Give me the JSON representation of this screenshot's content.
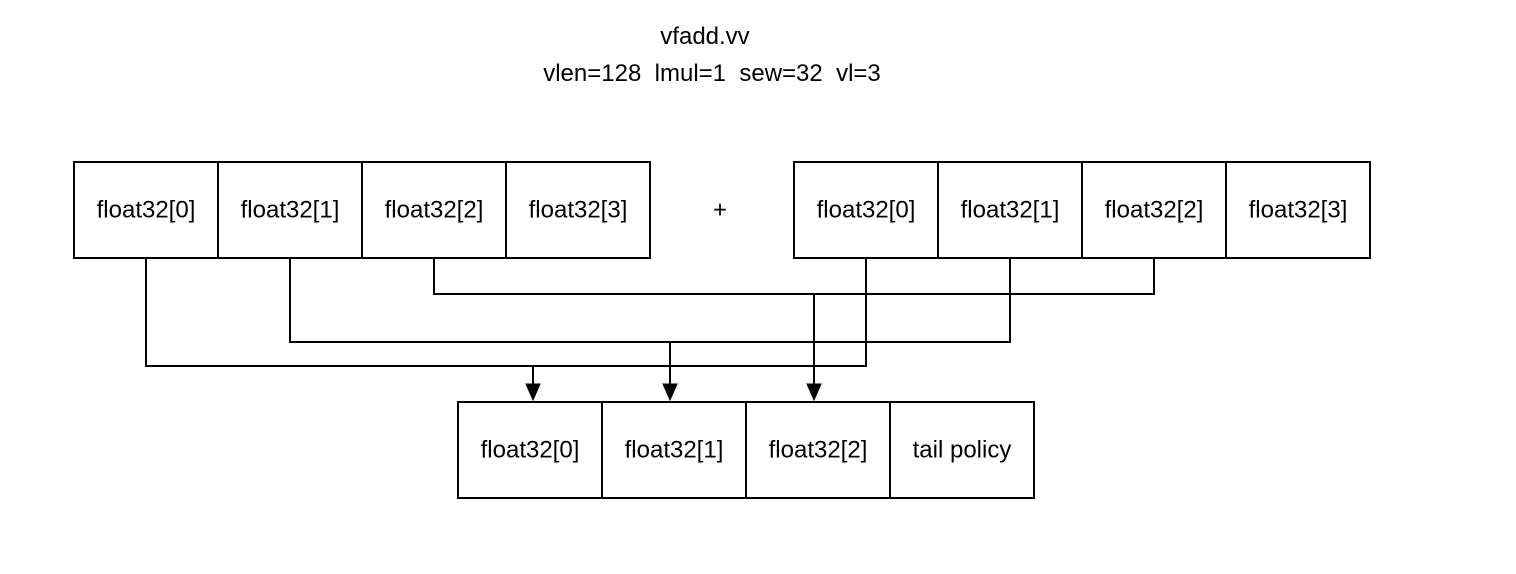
{
  "title": {
    "instruction": "vfadd.vv",
    "params": "vlen=128  lmul=1  sew=32  vl=3"
  },
  "operator": "+",
  "source_a": {
    "cells": [
      "float32[0]",
      "float32[1]",
      "float32[2]",
      "float32[3]"
    ]
  },
  "source_b": {
    "cells": [
      "float32[0]",
      "float32[1]",
      "float32[2]",
      "float32[3]"
    ]
  },
  "destination": {
    "cells": [
      "float32[0]",
      "float32[1]",
      "float32[2]",
      "tail policy"
    ]
  },
  "colors": {
    "stroke": "#000000",
    "fill": "#ffffff",
    "text": "#000000"
  }
}
